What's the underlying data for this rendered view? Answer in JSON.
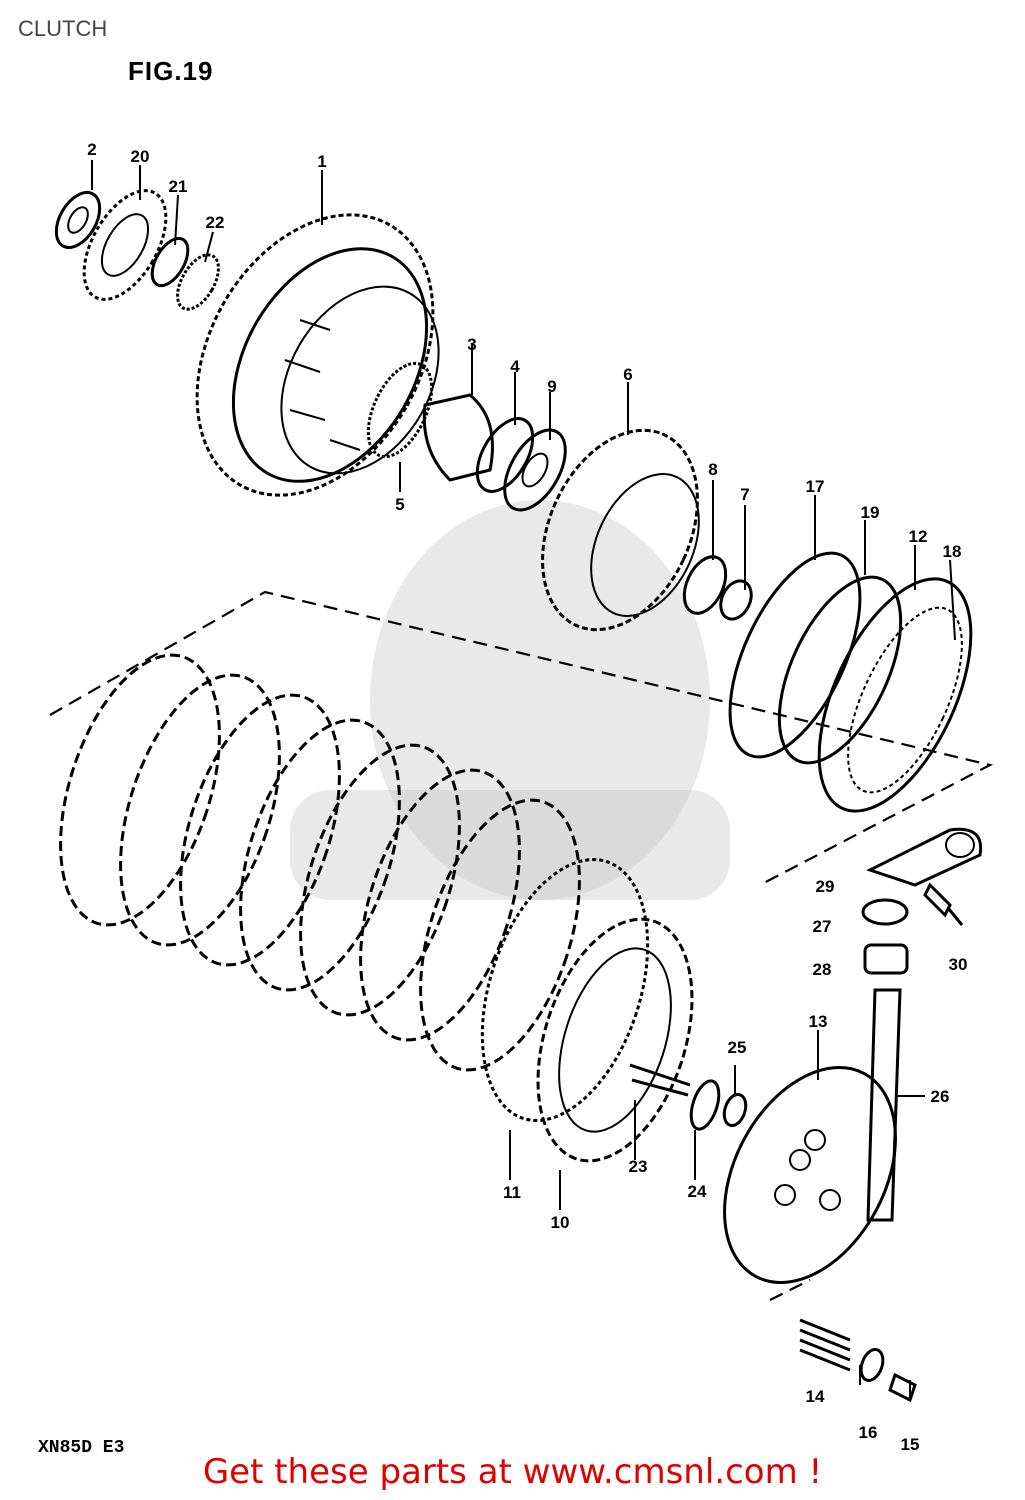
{
  "header": {
    "section_title": "CLUTCH",
    "figure_label": "FIG.19"
  },
  "model_code": "XN85D E3",
  "footer": {
    "link_text": "Get these parts at www.cmsnl.com !"
  },
  "callouts": {
    "c1": "1",
    "c2": "2",
    "c3": "3",
    "c4": "4",
    "c5": "5",
    "c6": "6",
    "c7": "7",
    "c8": "8",
    "c9": "9",
    "c10": "10",
    "c11": "11",
    "c12": "12",
    "c13": "13",
    "c14": "14",
    "c15": "15",
    "c16": "16",
    "c17": "17",
    "c18": "18",
    "c19": "19",
    "c20": "20",
    "c21": "21",
    "c22": "22",
    "c23": "23",
    "c24": "24",
    "c25": "25",
    "c26": "26",
    "c27": "27",
    "c28": "28",
    "c29": "29",
    "c30": "30"
  },
  "colors": {
    "line": "#000000",
    "link": "#e00000",
    "watermark": "#bfbfbf"
  }
}
